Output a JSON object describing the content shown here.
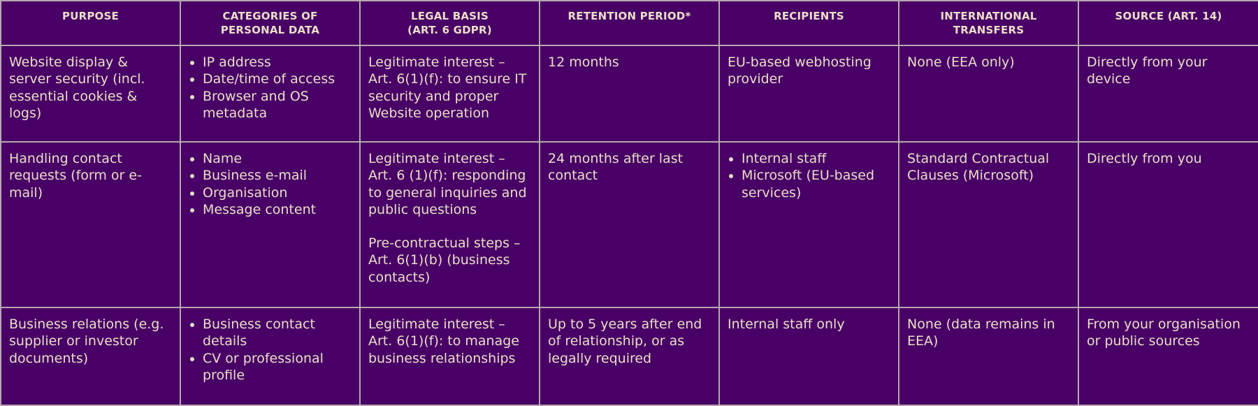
{
  "headers": [
    {
      "line1": "PURPOSE",
      "line2": ""
    },
    {
      "line1": "CATEGORIES OF",
      "line2": "PERSONAL DATA"
    },
    {
      "line1": "LEGAL BASIS",
      "line2": "(ART. 6 GDPR)"
    },
    {
      "line1": "RETENTION PERIOD*",
      "line2": ""
    },
    {
      "line1": "RECIPIENTS",
      "line2": ""
    },
    {
      "line1": "INTERNATIONAL",
      "line2": "TRANSFERS"
    },
    {
      "line1": "SOURCE (ART. 14)",
      "line2": ""
    }
  ],
  "rows": [
    {
      "purpose": "Website display & server security (incl. essential cookies & logs)",
      "categories": [
        "IP address",
        "Date/time of access",
        "Browser and OS metadata"
      ],
      "legal_basis": [
        "Legitimate interest – Art. 6(1)(f): to ensure IT security and proper Website operation"
      ],
      "retention": "12 months",
      "recipients_text": "EU-based webhosting provider",
      "international": "None (EEA only)",
      "source": "Directly from your device"
    },
    {
      "purpose": "Handling contact requests (form or e-mail)",
      "categories": [
        "Name",
        "Business e-mail",
        "Organisation",
        "Message content"
      ],
      "legal_basis": [
        "Legitimate interest – Art. 6 (1)(f): responding to general inquiries and public questions",
        "Pre-contractual steps – Art. 6(1)(b) (business contacts)"
      ],
      "retention": "24 months after last contact",
      "recipients_list": [
        "Internal staff",
        "Microsoft (EU-based services)"
      ],
      "international": "Standard Contractual Clauses (Microsoft)",
      "source": "Directly from you"
    },
    {
      "purpose": "Business relations (e.g. supplier or investor documents)",
      "categories": [
        "Business contact details",
        "CV or professional profile"
      ],
      "legal_basis": [
        "Legitimate interest – Art. 6(1)(f): to manage business relationships"
      ],
      "retention": "Up to 5 years after end of relationship, or as legally required",
      "recipients_text": "Internal staff only",
      "international": "None (data remains in EEA)",
      "source": "From your organisation or public sources"
    }
  ]
}
